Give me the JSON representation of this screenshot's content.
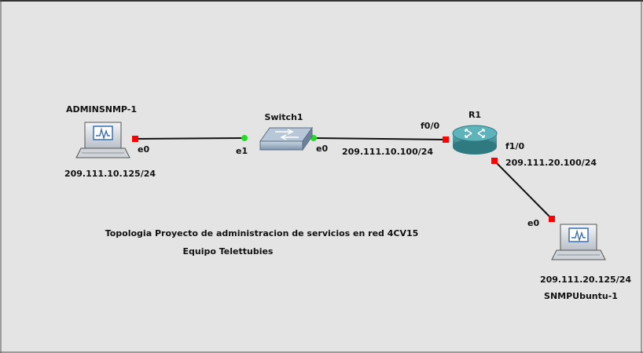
{
  "colors": {
    "background": "#e4e4e4",
    "link": "#111111",
    "port_down": "#ff0000",
    "port_up": "#22dd22",
    "router_body": "#3a8c92",
    "switch_body": "#8fa6bf"
  },
  "nodes": {
    "adminsnmp": {
      "name": "ADMINSNMP-1",
      "ip": "209.111.10.125/24",
      "icon": "computer-icon"
    },
    "switch1": {
      "name": "Switch1",
      "icon": "switch-icon"
    },
    "r1": {
      "name": "R1",
      "icon": "router-icon"
    },
    "snmpubuntu": {
      "name": "SNMPUbuntu-1",
      "ip": "209.111.20.125/24",
      "icon": "computer-icon"
    }
  },
  "links": [
    {
      "from": "ADMINSNMP-1",
      "from_port": "e0",
      "to": "Switch1",
      "to_port": "e1"
    },
    {
      "from": "Switch1",
      "from_port": "e0",
      "to": "R1",
      "to_port": "f0/0",
      "to_ip": "209.111.10.100/24"
    },
    {
      "from": "R1",
      "from_port": "f1/0",
      "from_ip": "209.111.20.100/24",
      "to": "SNMPUbuntu-1",
      "to_port": "e0"
    }
  ],
  "labels": {
    "pc1_e0": "e0",
    "sw_e1": "e1",
    "sw_e0": "e0",
    "r1_f00": "f0/0",
    "r1_f00_ip": "209.111.10.100/24",
    "r1_f10": "f1/0",
    "r1_f10_ip": "209.111.20.100/24",
    "pc2_e0": "e0"
  },
  "note": {
    "line1": "Topologia Proyecto de administracion de servicios en red 4CV15",
    "line2": "Equipo Telettubies"
  }
}
